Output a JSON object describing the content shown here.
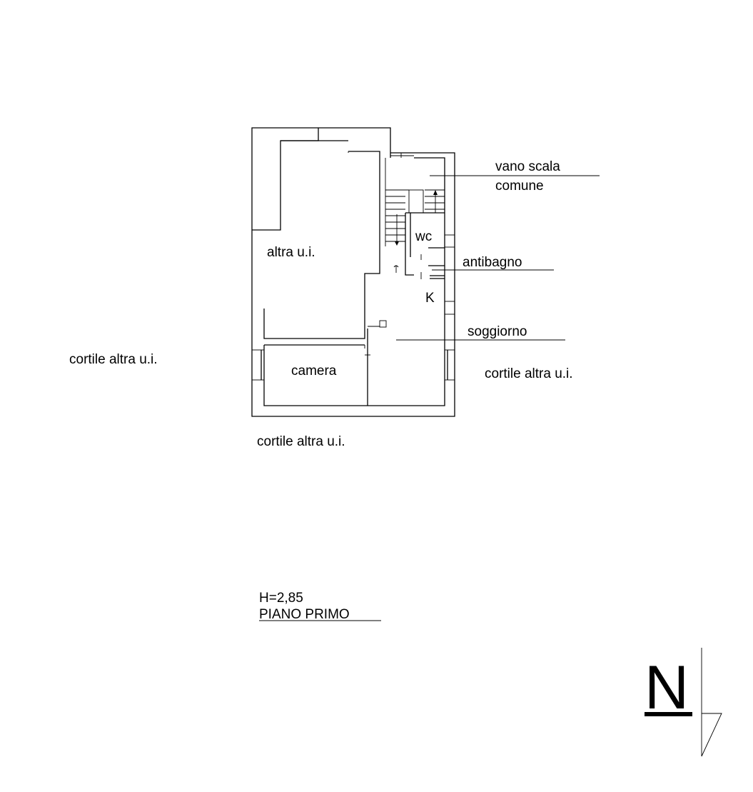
{
  "rooms": {
    "vano_scala": "vano scala",
    "comune": "comune",
    "altra_ui": "altra u.i.",
    "wc": "wc",
    "antibagno": "antibagno",
    "k": "K",
    "soggiorno": "soggiorno",
    "camera": "camera"
  },
  "surroundings": {
    "cortile_left": "cortile altra u.i.",
    "cortile_right": "cortile altra u.i.",
    "cortile_bottom": "cortile altra u.i."
  },
  "title_block": {
    "height": "H=2,85",
    "floor": "PIANO PRIMO"
  },
  "north_arrow": {
    "letter": "N"
  }
}
